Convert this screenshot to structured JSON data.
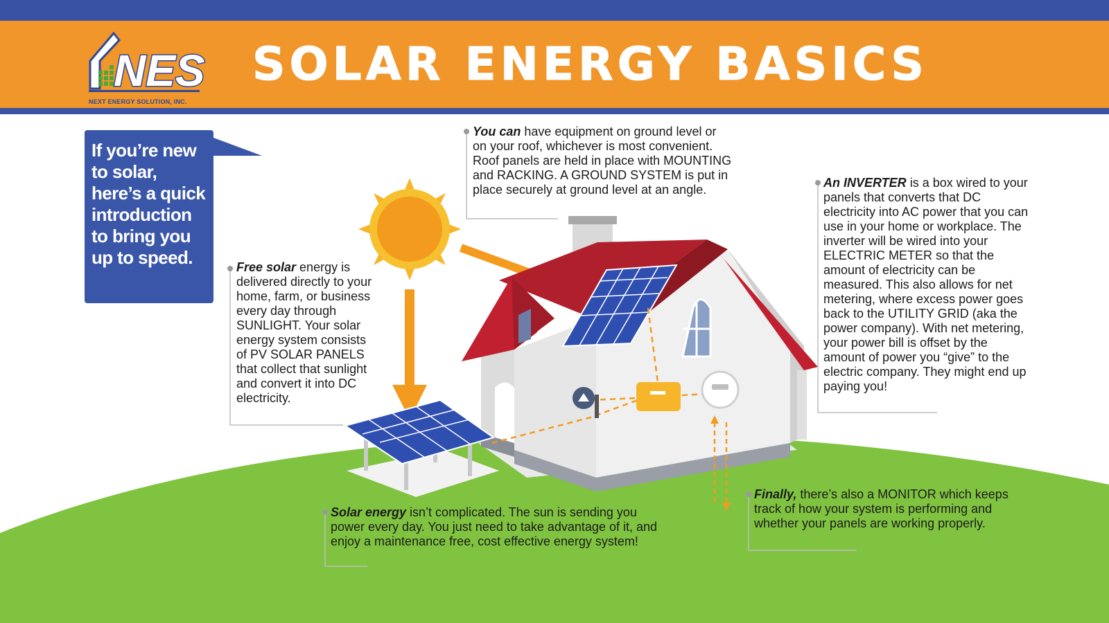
{
  "header": {
    "logo_mark": "NES",
    "logo_company": "NEXT ENERGY SOLUTION, INC.",
    "title": "SOLAR ENERGY BASICS"
  },
  "intro": {
    "text": "If you’re new to solar, here’s a quick introduction to bring you up to speed."
  },
  "callouts": {
    "roof": {
      "lead": "You can",
      "text": " have equipment on ground level or on your roof, whichever is most convenient. Roof panels are held in place with MOUNTING and RACKING. A GROUND SYSTEM is put in place securely at ground level at an angle."
    },
    "inverter": {
      "lead": "An INVERTER",
      "text": " is a box wired to your panels that converts that DC electricity into AC power that you can use in your home or workplace. The inverter will be wired into your ELECTRIC METER so that the amount of electricity can be measured. This also allows for net metering, where excess power goes back to the UTILITY GRID (aka the power company). With net metering, your power bill is offset by the amount of power you “give” to the electric company. They might end up paying you!"
    },
    "free_solar": {
      "lead": "Free solar",
      "text": " energy is delivered directly to your home, farm, or business every day through SUNLIGHT. Your solar energy system consists of PV SOLAR PANELS that collect that sunlight and convert it into DC electricity."
    },
    "solar_energy": {
      "lead": "Solar energy",
      "text": " isn’t complicated. The sun is sending you power every day. You just need to take advantage of it, and enjoy a maintenance free, cost effective energy system!"
    },
    "monitor": {
      "lead": "Finally,",
      "text": " there’s also a MONITOR which keeps track of how your system is performing and whether your panels are working properly."
    }
  },
  "colors": {
    "banner_orange": "#f0962a",
    "brand_blue": "#3a52a4",
    "grass_green": "#80c341",
    "roof_red": "#c0202f",
    "sun_yellow": "#f7b52c",
    "panel_blue": "#2f4fb0"
  },
  "icons": [
    "sun-icon",
    "house-illustration",
    "ground-solar-panel",
    "roof-solar-panel",
    "inverter-box",
    "electric-meter",
    "monitor-device"
  ]
}
